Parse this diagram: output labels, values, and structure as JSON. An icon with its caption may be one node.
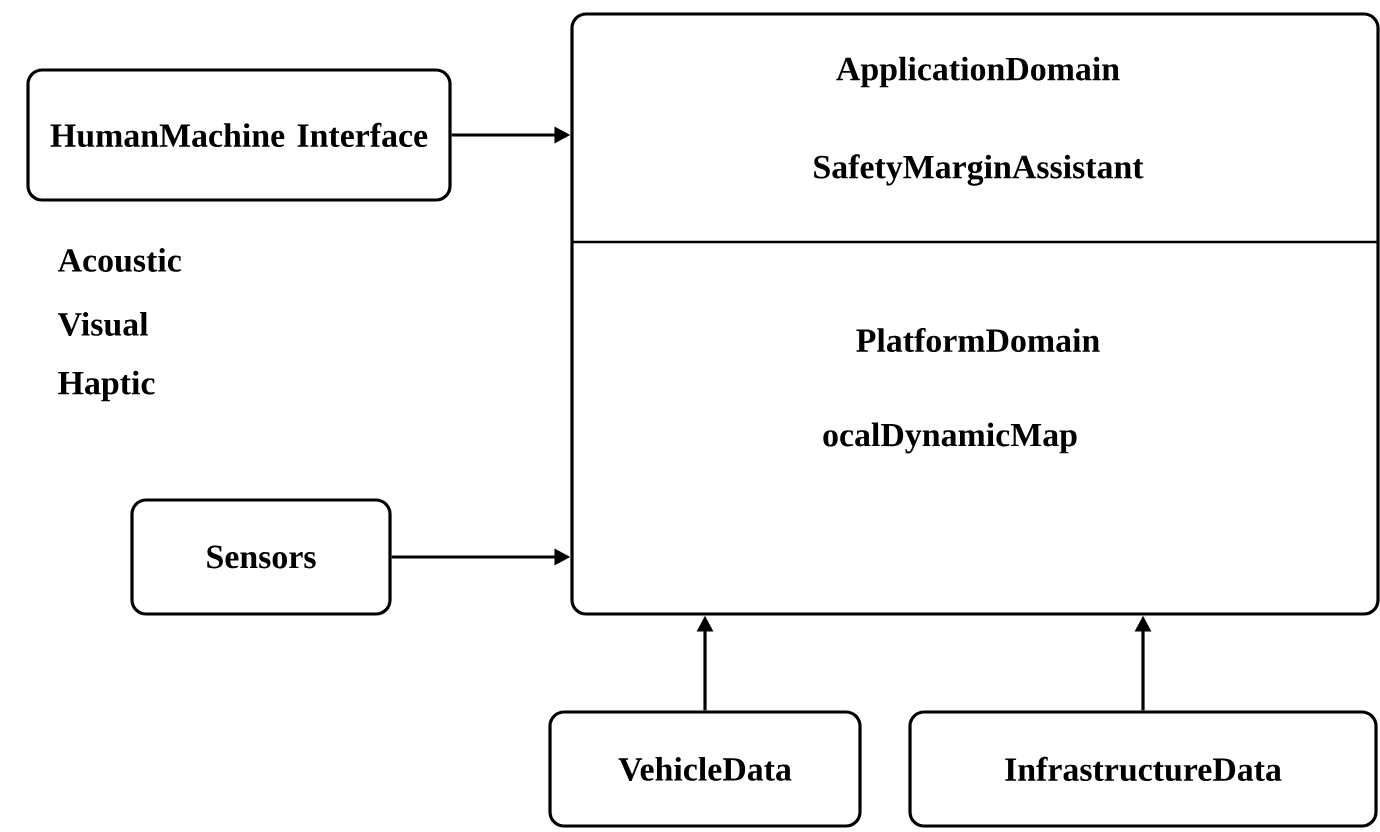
{
  "diagram": {
    "nodes": [
      {
        "text": [
          "ApplicationDomain",
          "SafetyMarginAssistant",
          "PlatformDomain",
          "ocalDynamicMap"
        ]
      },
      {
        "text": [
          "HumanMachine Interface"
        ]
      },
      {
        "text": [
          "Sensors"
        ]
      },
      {
        "text": [
          "VehicleData"
        ]
      },
      {
        "text": [
          "InfrastructureData"
        ]
      }
    ],
    "edges": [
      {
        "from": 1,
        "to": 0,
        "arrow": "to"
      },
      {
        "from": 2,
        "to": 0,
        "arrow": "to"
      },
      {
        "from": 3,
        "to": 0,
        "arrow": "to"
      },
      {
        "from": 4,
        "to": 0,
        "arrow": "to"
      }
    ],
    "labels": [
      "Acoustic",
      "Visual",
      "Haptic"
    ]
  }
}
